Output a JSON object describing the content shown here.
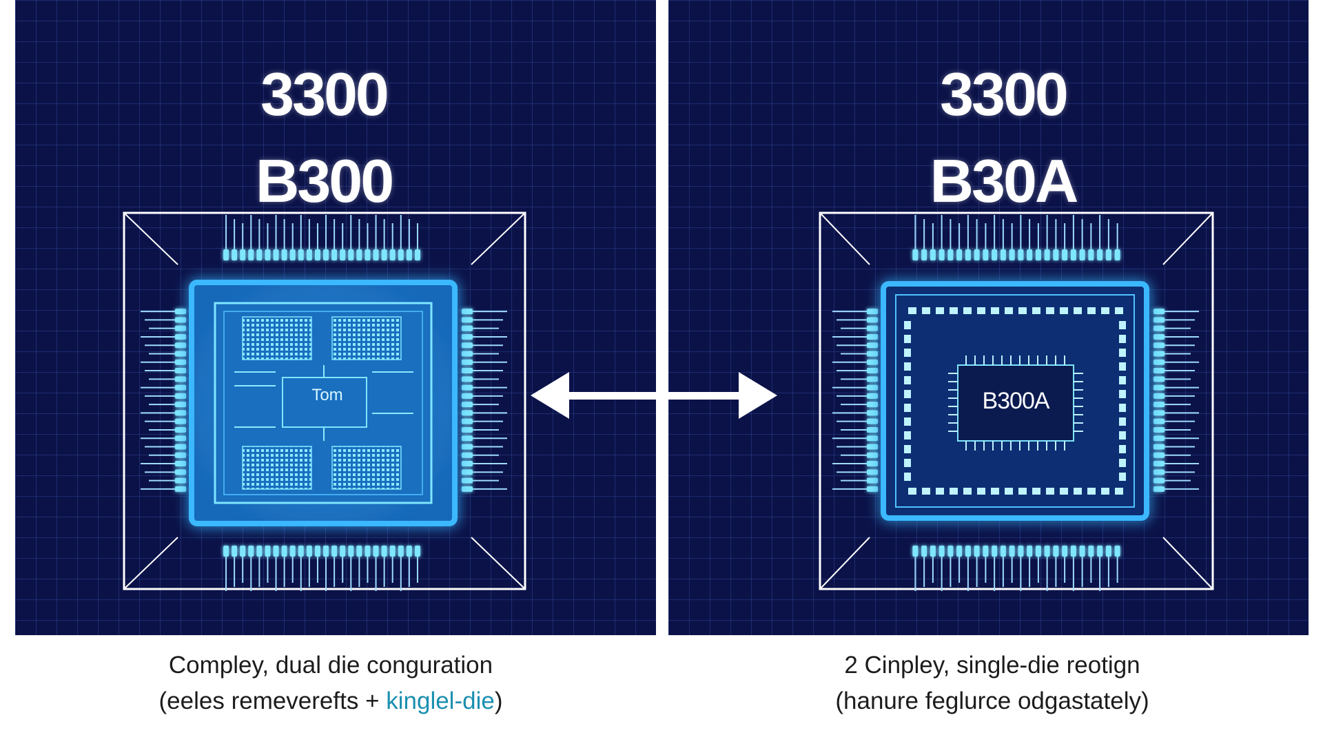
{
  "left": {
    "title_top": "3300",
    "title_bottom": "B300",
    "die_label": "Tom",
    "caption_line1": "Compley, dual die conguration",
    "caption_line2_prefix": "(eeles remeverefts + ",
    "caption_line2_accent": "kinglel-die",
    "caption_line2_suffix": ")"
  },
  "right": {
    "title_top": "3300",
    "title_bottom": "B30A",
    "die_label": "B300A",
    "caption_line1": "2 Cinpley, single-die reotign",
    "caption_line2": "(hanure feglurce odgastately)"
  },
  "colors": {
    "panel_background": "#0b1248",
    "grid": "#3a4fa8",
    "chip_glow": "#3ab8ff",
    "chip_bright": "#7fe6ff",
    "caption_accent": "#1a8fb0"
  },
  "icons": {
    "divider": "vertical-divider-line",
    "arrow": "double-headed-arrow-icon",
    "chip": "processor-chip-icon"
  }
}
